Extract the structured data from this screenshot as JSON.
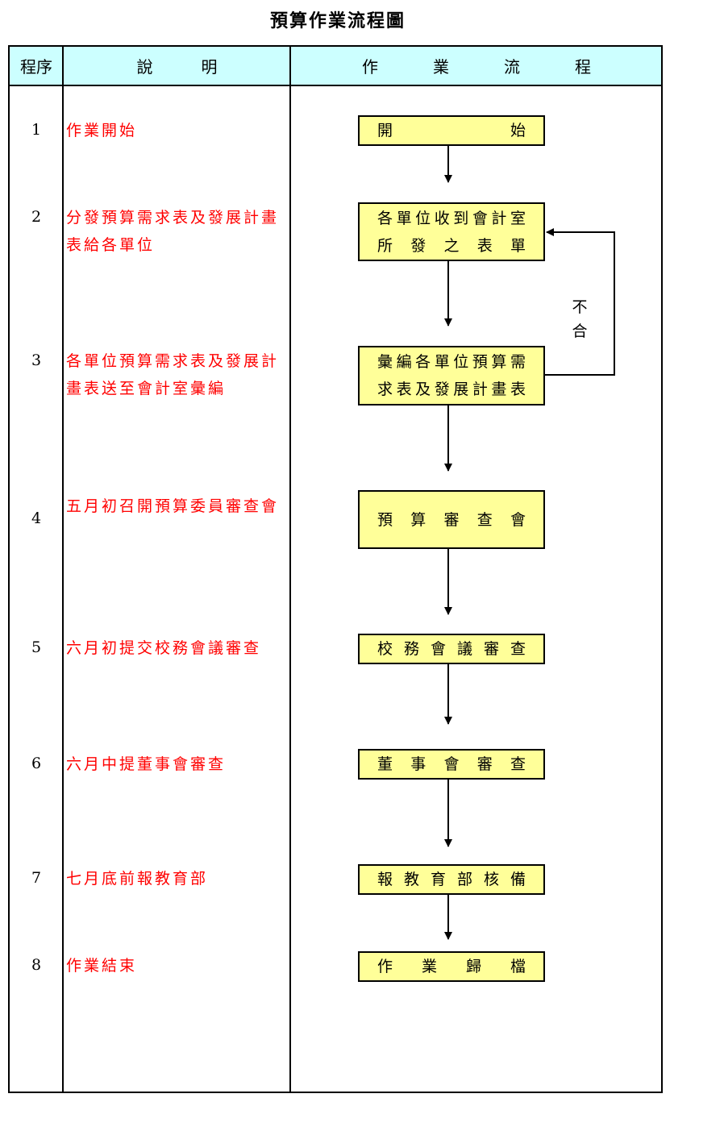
{
  "title": "預算作業流程圖",
  "headers": {
    "sequence": "程序",
    "description": "說明",
    "flow": "作業流程"
  },
  "steps": [
    {
      "num": "1",
      "description": "作業開始",
      "box_lines": [
        "開始"
      ]
    },
    {
      "num": "2",
      "description": "分發預算需求表及發展計畫表給各單位",
      "box_lines": [
        "各單位收到會計室",
        "所發之表單"
      ]
    },
    {
      "num": "3",
      "description": "各單位預算需求表及發展計畫表送至會計室彙編",
      "box_lines": [
        "彙編各單位預算需",
        "求表及發展計畫表"
      ]
    },
    {
      "num": "4",
      "description": "五月初召開預算委員審查會",
      "box_lines": [
        "預算審查會"
      ]
    },
    {
      "num": "5",
      "description": "六月初提交校務會議審查",
      "box_lines": [
        "校務會議審查"
      ]
    },
    {
      "num": "6",
      "description": "六月中提董事會審查",
      "box_lines": [
        "董事會審查"
      ]
    },
    {
      "num": "7",
      "description": "七月底前報教育部",
      "box_lines": [
        "報教育部核備"
      ]
    },
    {
      "num": "8",
      "description": "作業結束",
      "box_lines": [
        "作業歸檔"
      ]
    }
  ],
  "reject_label": "不合",
  "colors": {
    "header_bg": "#ccffff",
    "box_bg": "#ffff99",
    "description_text": "#ff0000"
  }
}
